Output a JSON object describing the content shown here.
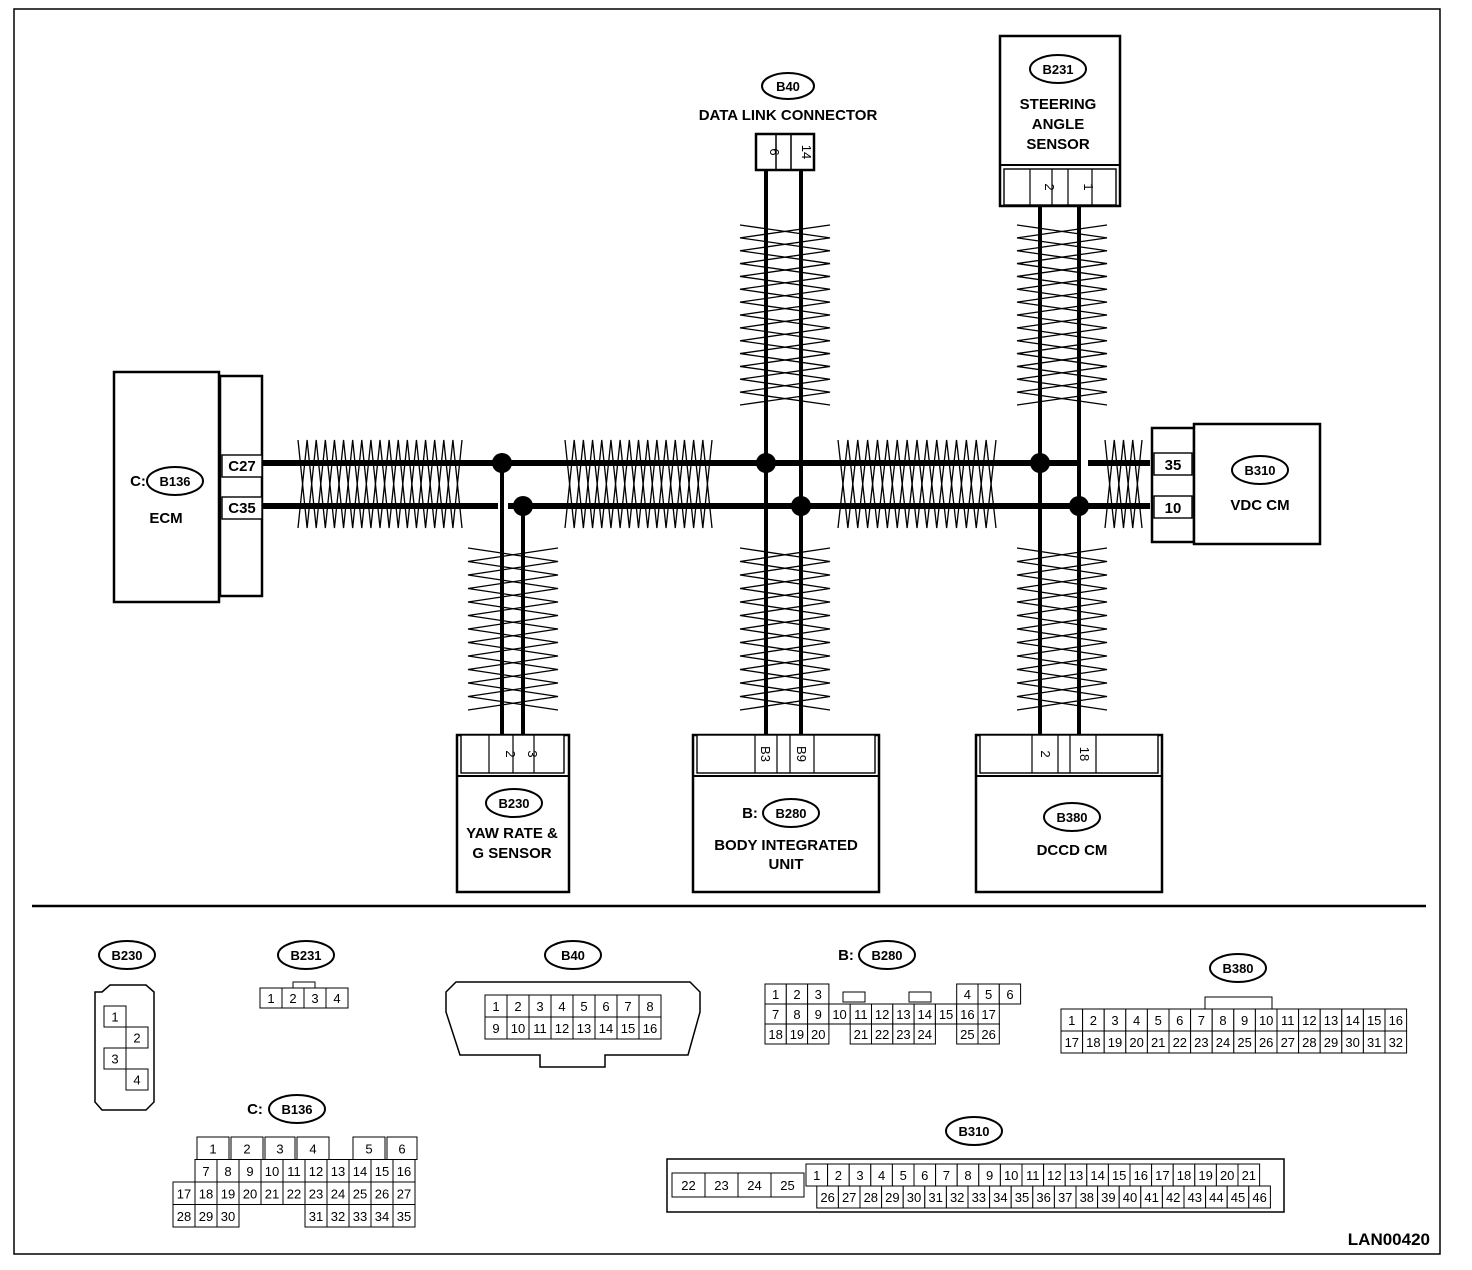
{
  "diagram_code": "LAN00420",
  "components": {
    "ecm": {
      "id": "B136",
      "prefix": "C:",
      "name": "ECM",
      "pins": [
        "C27",
        "C35"
      ]
    },
    "vdc": {
      "id": "B310",
      "name": "VDC CM",
      "pins": [
        "35",
        "10"
      ]
    },
    "dlc": {
      "id": "B40",
      "name": "DATA LINK CONNECTOR",
      "pins": [
        "6",
        "14"
      ]
    },
    "sas": {
      "id": "B231",
      "name_lines": [
        "STEERING",
        "ANGLE",
        "SENSOR"
      ],
      "pins": [
        "2",
        "1"
      ]
    },
    "yaw": {
      "id": "B230",
      "name_lines": [
        "YAW RATE &",
        "G SENSOR"
      ],
      "pins": [
        "2",
        "3"
      ]
    },
    "biu": {
      "id": "B280",
      "prefix": "B:",
      "name_lines": [
        "BODY INTEGRATED",
        "UNIT"
      ],
      "pins": [
        "B3",
        "B9"
      ]
    },
    "dccd": {
      "id": "B380",
      "name": "DCCD CM",
      "pins": [
        "2",
        "18"
      ]
    }
  },
  "connectors": {
    "b230": {
      "id": "B230",
      "rows": [
        [
          "1",
          ""
        ],
        [
          "",
          "2"
        ],
        [
          "3",
          ""
        ],
        [
          "",
          "4"
        ]
      ]
    },
    "b231": {
      "id": "B231",
      "rows": [
        [
          "1",
          "2",
          "3",
          "4"
        ]
      ]
    },
    "b40": {
      "id": "B40",
      "rows": [
        [
          "1",
          "2",
          "3",
          "4",
          "5",
          "6",
          "7",
          "8"
        ],
        [
          "9",
          "10",
          "11",
          "12",
          "13",
          "14",
          "15",
          "16"
        ]
      ]
    },
    "b280": {
      "id": "B280",
      "prefix": "B:",
      "rows": [
        [
          "1",
          "2",
          "3",
          "",
          "",
          "",
          "",
          "",
          "",
          "4",
          "5",
          "6"
        ],
        [
          "7",
          "8",
          "9",
          "10",
          "11",
          "12",
          "13",
          "14",
          "15",
          "16",
          "17"
        ],
        [
          "18",
          "19",
          "20",
          "",
          "21",
          "22",
          "23",
          "24",
          "",
          "25",
          "26"
        ]
      ]
    },
    "b380": {
      "id": "B380",
      "rows": [
        [
          "1",
          "2",
          "3",
          "4",
          "5",
          "6",
          "7",
          "8",
          "9",
          "10",
          "11",
          "12",
          "13",
          "14",
          "15",
          "16"
        ],
        [
          "17",
          "18",
          "19",
          "20",
          "21",
          "22",
          "23",
          "24",
          "25",
          "26",
          "27",
          "28",
          "29",
          "30",
          "31",
          "32"
        ]
      ]
    },
    "b136": {
      "id": "B136",
      "prefix": "C:",
      "rows": [
        [
          "",
          "1",
          "2",
          "3",
          "4",
          "",
          "5",
          "6"
        ],
        [
          "",
          "7",
          "8",
          "9",
          "10",
          "11",
          "12",
          "13",
          "14",
          "15",
          "16"
        ],
        [
          "17",
          "18",
          "19",
          "20",
          "21",
          "22",
          "23",
          "24",
          "25",
          "26",
          "27"
        ],
        [
          "28",
          "29",
          "30",
          "",
          "",
          "",
          "31",
          "32",
          "33",
          "34",
          "35"
        ]
      ]
    },
    "b310": {
      "id": "B310",
      "side": [
        "22",
        "23",
        "24",
        "25"
      ],
      "rows": [
        [
          "1",
          "2",
          "3",
          "4",
          "5",
          "6",
          "7",
          "8",
          "9",
          "10",
          "11",
          "12",
          "13",
          "14",
          "15",
          "16",
          "17",
          "18",
          "19",
          "20",
          "21"
        ],
        [
          "26",
          "27",
          "28",
          "29",
          "30",
          "31",
          "32",
          "33",
          "34",
          "35",
          "36",
          "37",
          "38",
          "39",
          "40",
          "41",
          "42",
          "43",
          "44",
          "45",
          "46"
        ]
      ]
    }
  }
}
